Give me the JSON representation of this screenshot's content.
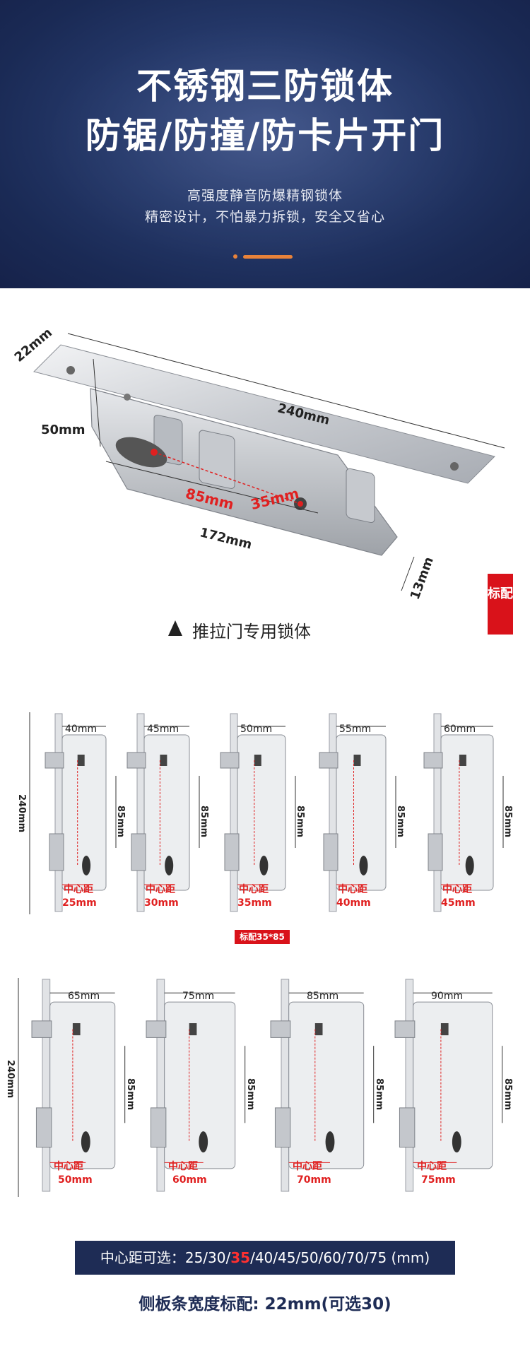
{
  "hero": {
    "title_line1": "不锈钢三防锁体",
    "title_line2": "防锯/防撞/防卡片开门",
    "subtitle_line1": "高强度静音防爆精钢锁体",
    "subtitle_line2": "精密设计，不怕暴力拆锁，安全又省心"
  },
  "main_diagram": {
    "dim_22": "22mm",
    "dim_50": "50mm",
    "dim_240": "240mm",
    "dim_85": "85mm",
    "dim_35": "35mm",
    "dim_172": "172mm",
    "dim_13": "13mm",
    "badge": "标配",
    "caption": "推拉门专用锁体"
  },
  "locks_row1": {
    "height": "240mm",
    "items": [
      {
        "width": "40mm",
        "center": "85mm",
        "tag": "中心距",
        "dist": "25mm"
      },
      {
        "width": "45mm",
        "center": "85mm",
        "tag": "中心距",
        "dist": "30mm"
      },
      {
        "width": "50mm",
        "center": "85mm",
        "tag": "中心距",
        "dist": "35mm"
      },
      {
        "width": "55mm",
        "center": "85mm",
        "tag": "中心距",
        "dist": "40mm"
      },
      {
        "width": "60mm",
        "center": "85mm",
        "tag": "中心距",
        "dist": "45mm"
      }
    ],
    "std_tag": "标配35*85"
  },
  "locks_row2": {
    "height": "240mm",
    "items": [
      {
        "width": "65mm",
        "center": "85mm",
        "tag": "中心距",
        "dist": "50mm"
      },
      {
        "width": "75mm",
        "center": "85mm",
        "tag": "中心距",
        "dist": "60mm"
      },
      {
        "width": "85mm",
        "center": "85mm",
        "tag": "中心距",
        "dist": "70mm"
      },
      {
        "width": "90mm",
        "center": "85mm",
        "tag": "中心距",
        "dist": "75mm"
      }
    ]
  },
  "footer": {
    "bar_prefix": "中心距可选：25/30/",
    "bar_highlight": "35",
    "bar_suffix": "/40/45/50/60/70/75 (mm)",
    "text": "侧板条宽度标配: 22mm(可选30)"
  },
  "colors": {
    "navy": "#1e2c55",
    "accent_red": "#d9121a",
    "orange": "#e8823a"
  }
}
